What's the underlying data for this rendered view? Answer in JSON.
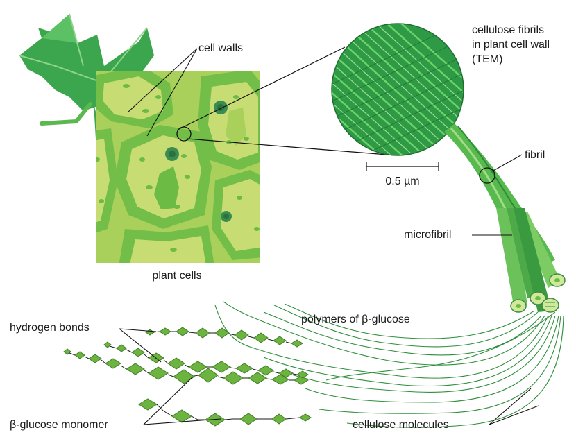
{
  "labels": {
    "cell_walls": "cell walls",
    "plant_cells": "plant cells",
    "fibrils_line1": "cellulose fibrils",
    "fibrils_line2": "in plant cell wall",
    "fibrils_line3": "(TEM)",
    "scale_bar": "0.5 µm",
    "fibril": "fibril",
    "microfibril": "microfibril",
    "polymers": "polymers of β-glucose",
    "hydrogen_bonds": "hydrogen bonds",
    "monomer": "β-glucose monomer",
    "cellulose_molecules": "cellulose molecules"
  },
  "colors": {
    "leaf_dark": "#2e9a44",
    "leaf_mid": "#4dbb5a",
    "cell_wall": "#6cbb45",
    "cell_inner": "#c7dc72",
    "nucleus": "#3a8d4f",
    "fiber_line": "#2f8f3c",
    "monomer_fill": "#6db33f",
    "tem_bg": "#2f9a45"
  }
}
